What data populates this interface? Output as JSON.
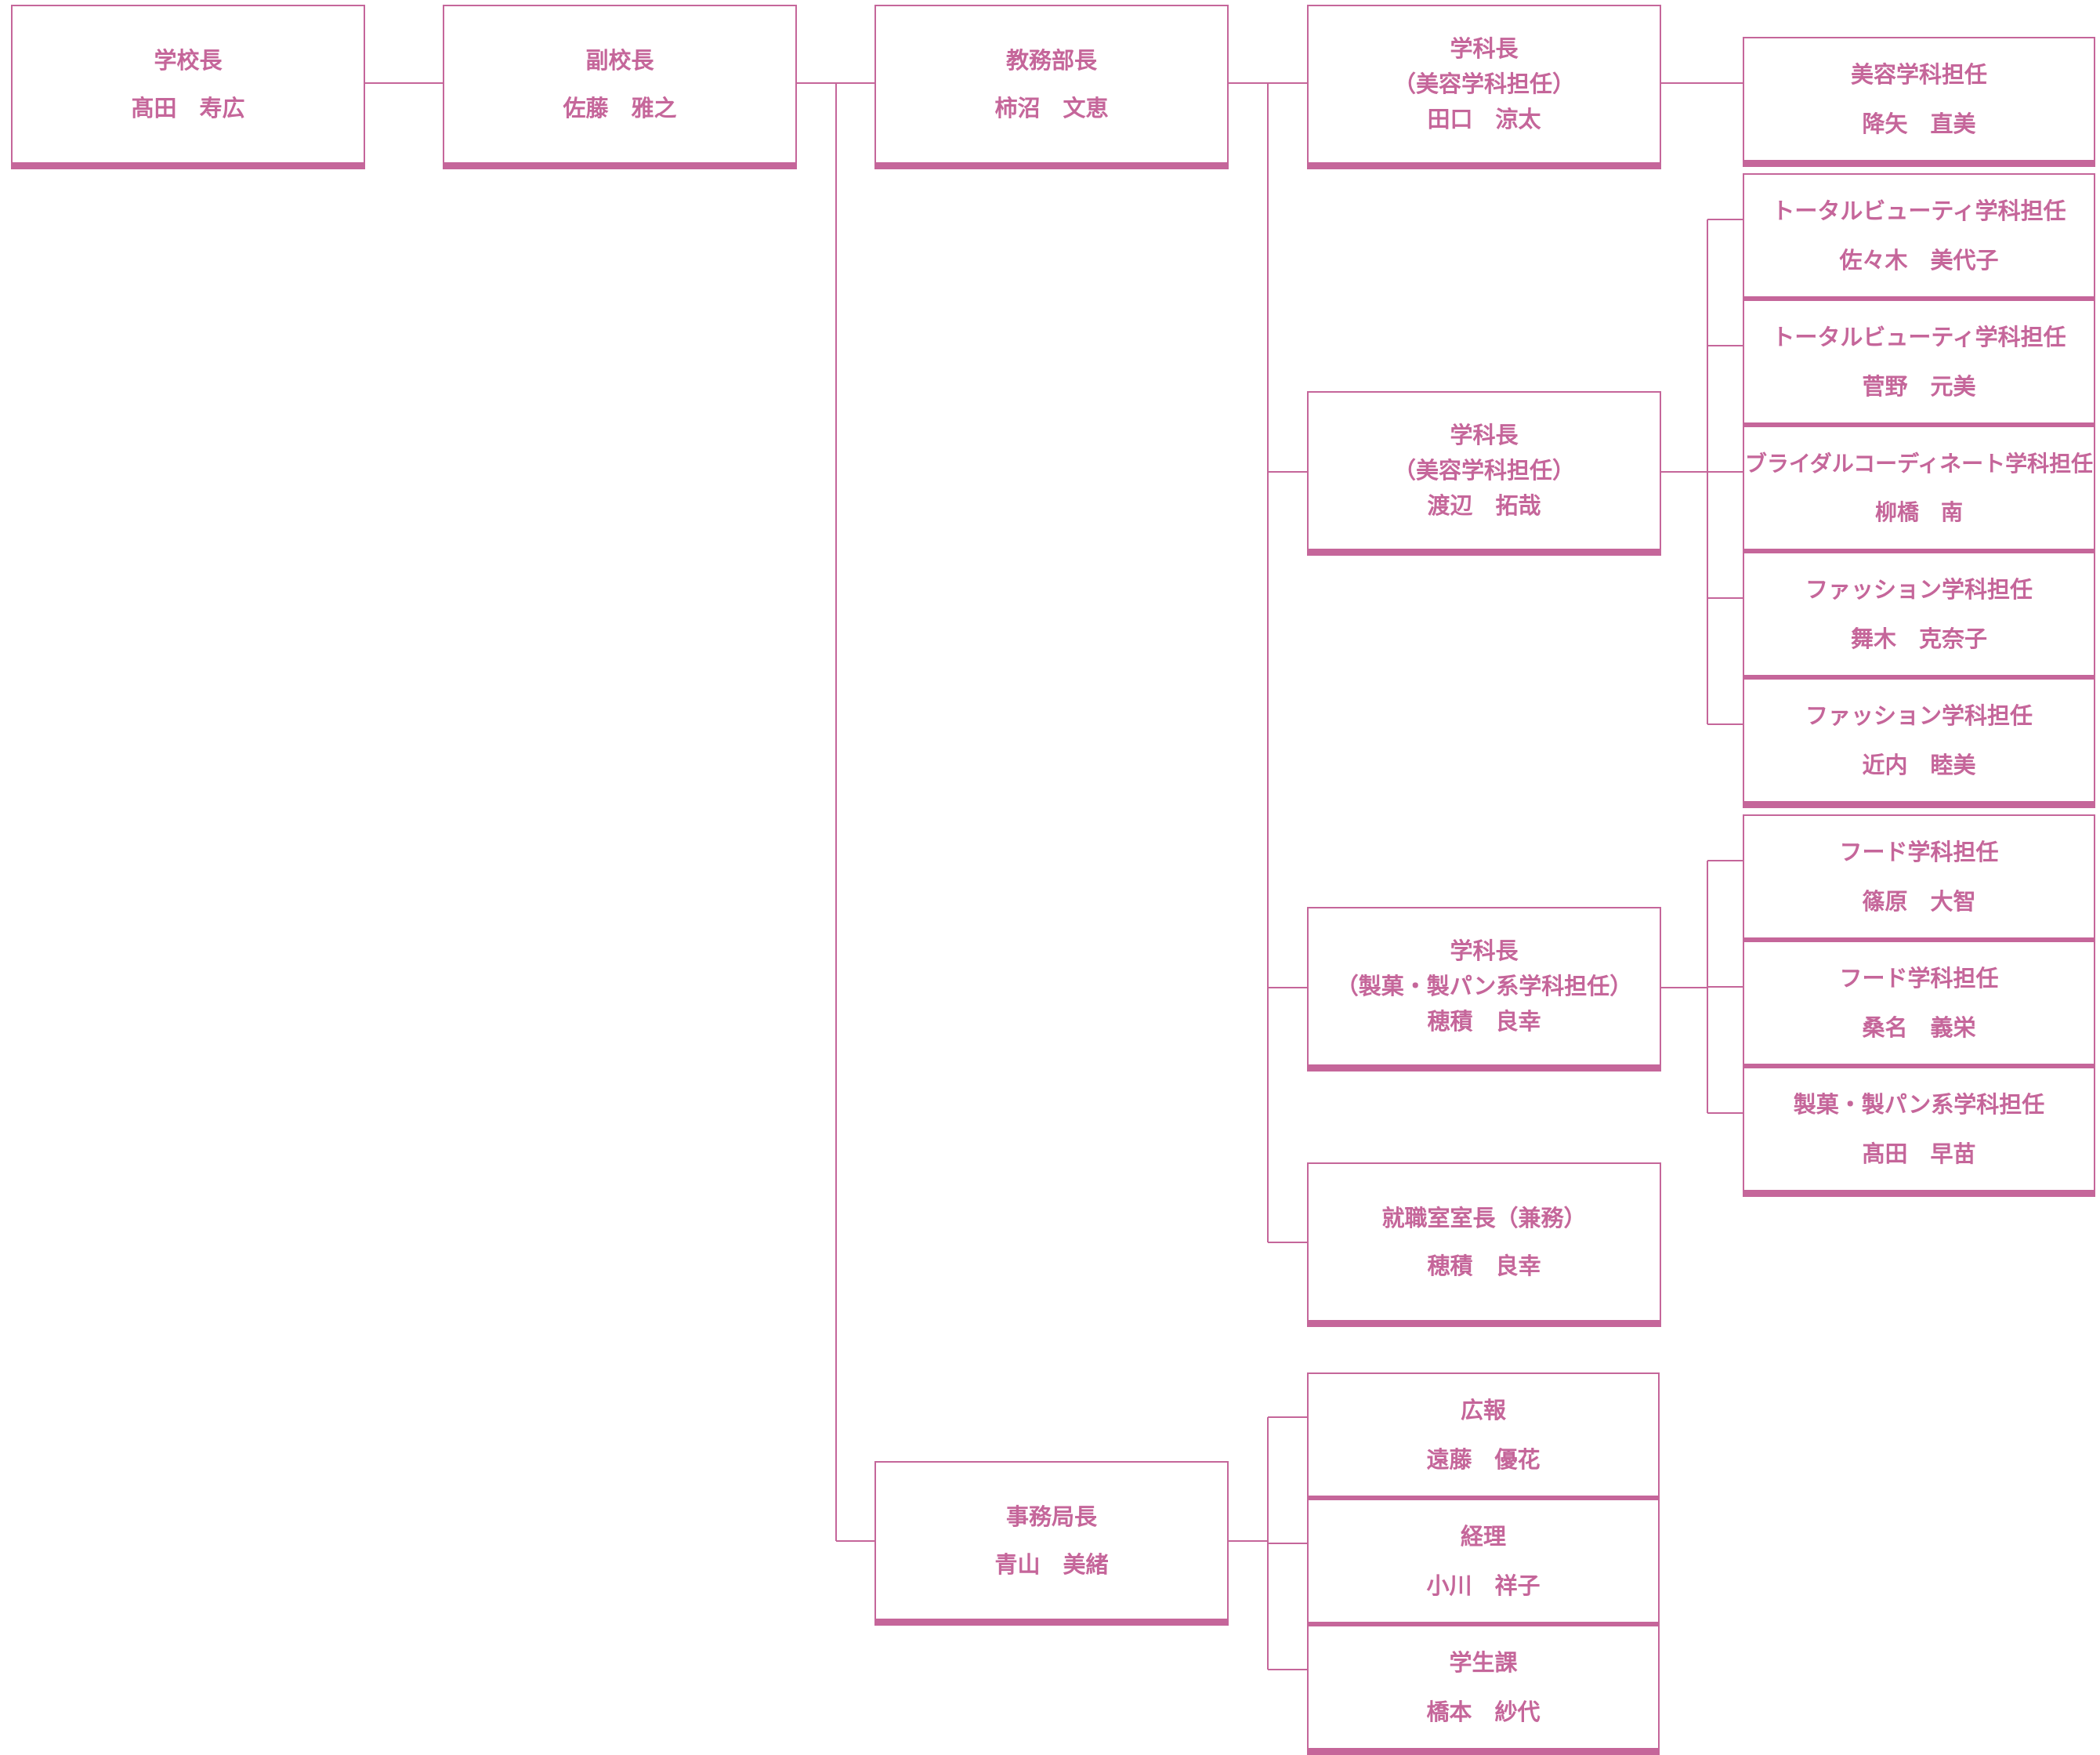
{
  "colors": {
    "accent": "#c5669a",
    "background": "#ffffff"
  },
  "nodes": {
    "principal": {
      "title": "学校長",
      "name": "髙田　寿広"
    },
    "vice_principal": {
      "title": "副校長",
      "name": "佐藤　雅之"
    },
    "academic_director": {
      "title": "教務部長",
      "name": "柿沼　文恵"
    },
    "office_director": {
      "title": "事務局長",
      "name": "青山　美緒"
    },
    "dept_head_1": {
      "title": "学科長",
      "role": "（美容学科担任）",
      "name": "田口　涼太"
    },
    "dept_head_2": {
      "title": "学科長",
      "role": "（美容学科担任）",
      "name": "渡辺　拓哉"
    },
    "dept_head_3": {
      "title": "学科長",
      "role": "（製菓・製パン系学科担任）",
      "name": "穂積　良幸"
    },
    "career_office": {
      "title": "就職室室長（兼務）",
      "name": "穂積　良幸"
    },
    "pr": {
      "title": "広報",
      "name": "遠藤　優花"
    },
    "accounting": {
      "title": "経理",
      "name": "小川　祥子"
    },
    "student_affairs": {
      "title": "学生課",
      "name": "橋本　紗代"
    },
    "teacher_beauty": {
      "title": "美容学科担任",
      "name": "降矢　直美"
    },
    "teacher_total_beauty_1": {
      "title": "トータルビューティ学科担任",
      "name": "佐々木　美代子"
    },
    "teacher_total_beauty_2": {
      "title": "トータルビューティ学科担任",
      "name": "菅野　元美"
    },
    "teacher_bridal": {
      "title": "ブライダルコーディネート学科担任",
      "name": "柳橋　南"
    },
    "teacher_fashion_1": {
      "title": "ファッション学科担任",
      "name": "舞木　克奈子"
    },
    "teacher_fashion_2": {
      "title": "ファッション学科担任",
      "name": "近内　睦美"
    },
    "teacher_food_1": {
      "title": "フード学科担任",
      "name": "篠原　大智"
    },
    "teacher_food_2": {
      "title": "フード学科担任",
      "name": "桑名　義栄"
    },
    "teacher_confectionery": {
      "title": "製菓・製パン系学科担任",
      "name": "髙田　早苗"
    }
  }
}
